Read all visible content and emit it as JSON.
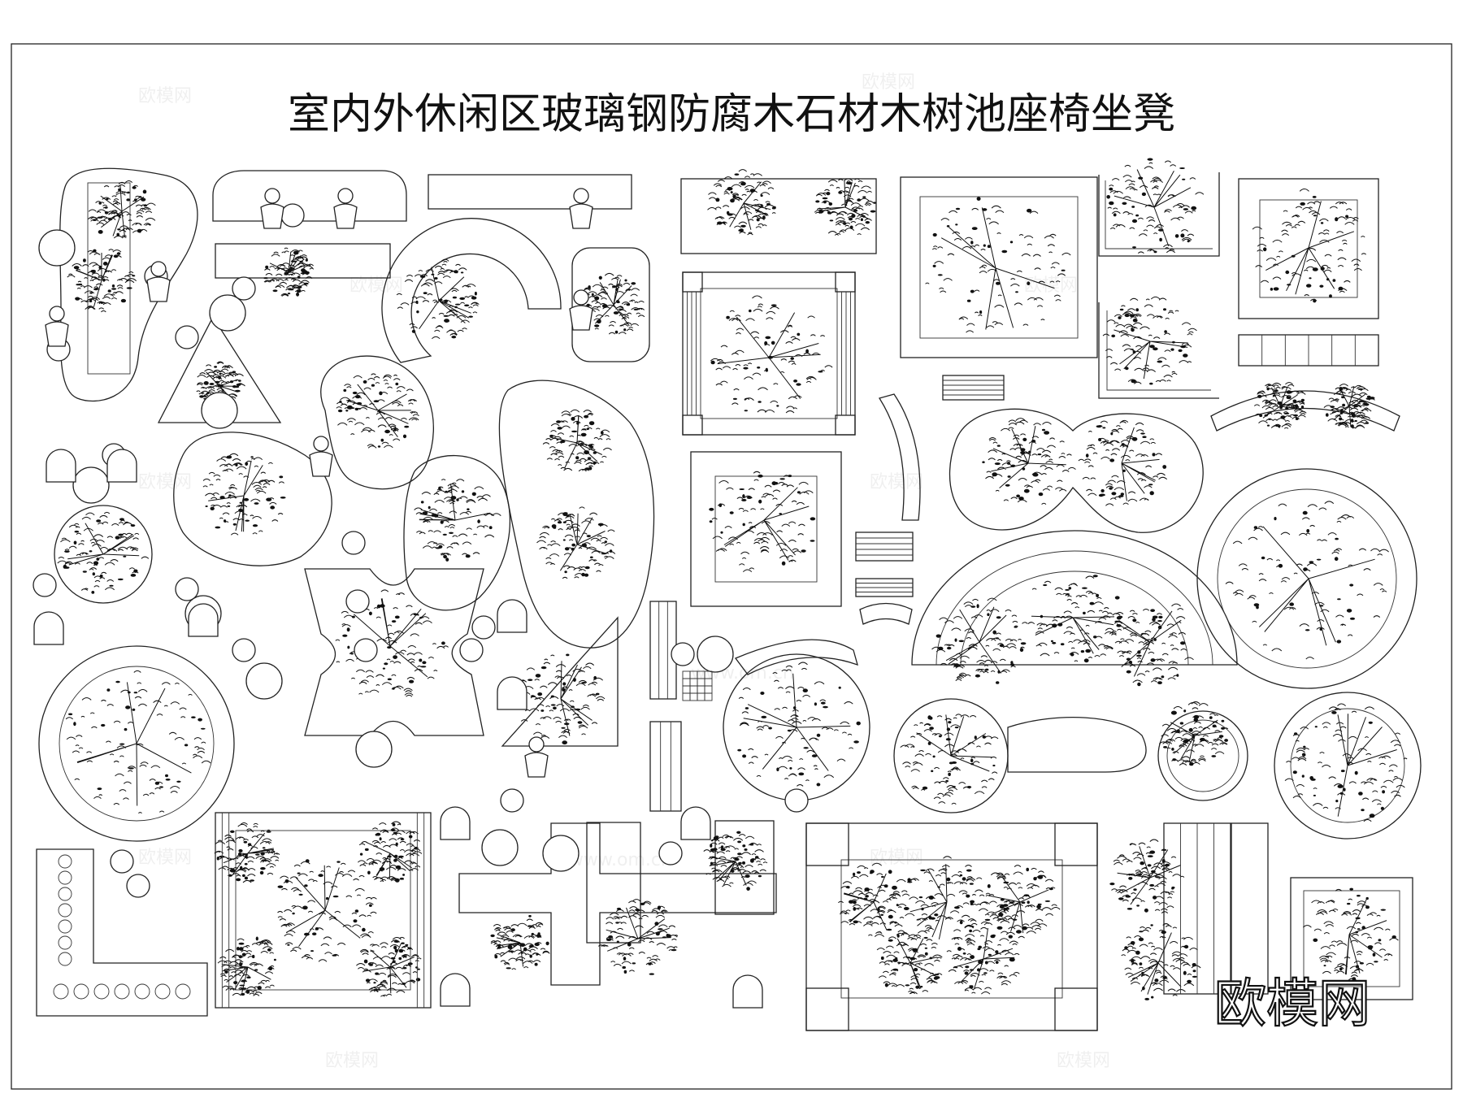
{
  "drawing": {
    "title": "室内外休闲区玻璃钢防腐木石材木树池座椅坐凳",
    "watermark_text": "欧模网",
    "watermark_url": "www.om.cn",
    "corner_brand": "欧模网",
    "line_color": "#222222",
    "background_color": "#ffffff"
  },
  "symbols": [
    "kidney-planter-with-bench",
    "crescent-bench-planter",
    "square-tree-pool-with-benches",
    "round-tree-pool-with-ring-seat",
    "triangular-planter",
    "semicircular-terrace-bench",
    "timber-slat-bench",
    "lounge-chair",
    "round-stool",
    "person-figure",
    "tree-canopy"
  ]
}
